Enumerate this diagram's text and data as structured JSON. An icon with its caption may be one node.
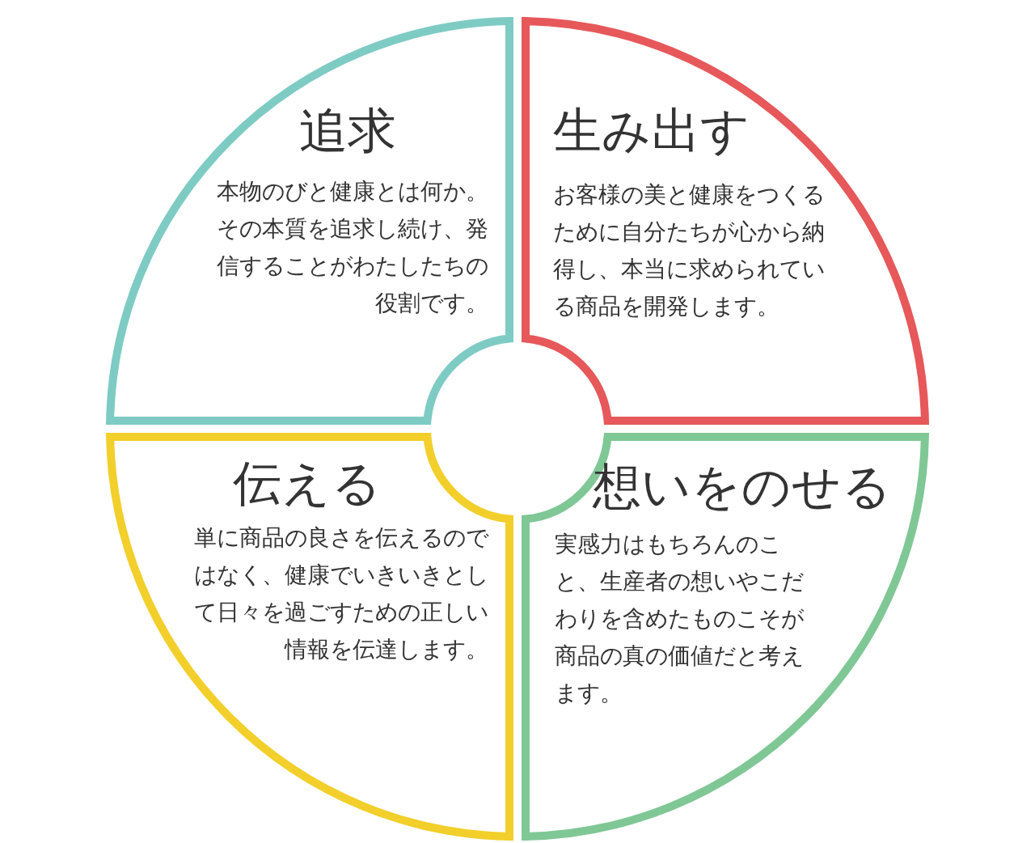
{
  "diagram": {
    "nodes": [
      {
        "text": [
          "追求",
          "本物のびと健康とは何か。その本質を追求し続け、発信することがわたしたちの役割です。"
        ]
      },
      {
        "text": [
          "生み出す",
          "お客様の美と健康をつくるために自分たちが心から納得し、本当に求められている商品を開発します。"
        ]
      },
      {
        "text": [
          "伝える",
          "単に商品の良さを伝えるのではなく、健康でいきいきとして日々を過ごすための正しい情報を伝達します。"
        ]
      },
      {
        "text": [
          "想いをのせる",
          "実感力はもちろんのこと、生産者の想いやこだわりを含めたものこそが商品の真の価値だと考えます。"
        ]
      }
    ]
  }
}
